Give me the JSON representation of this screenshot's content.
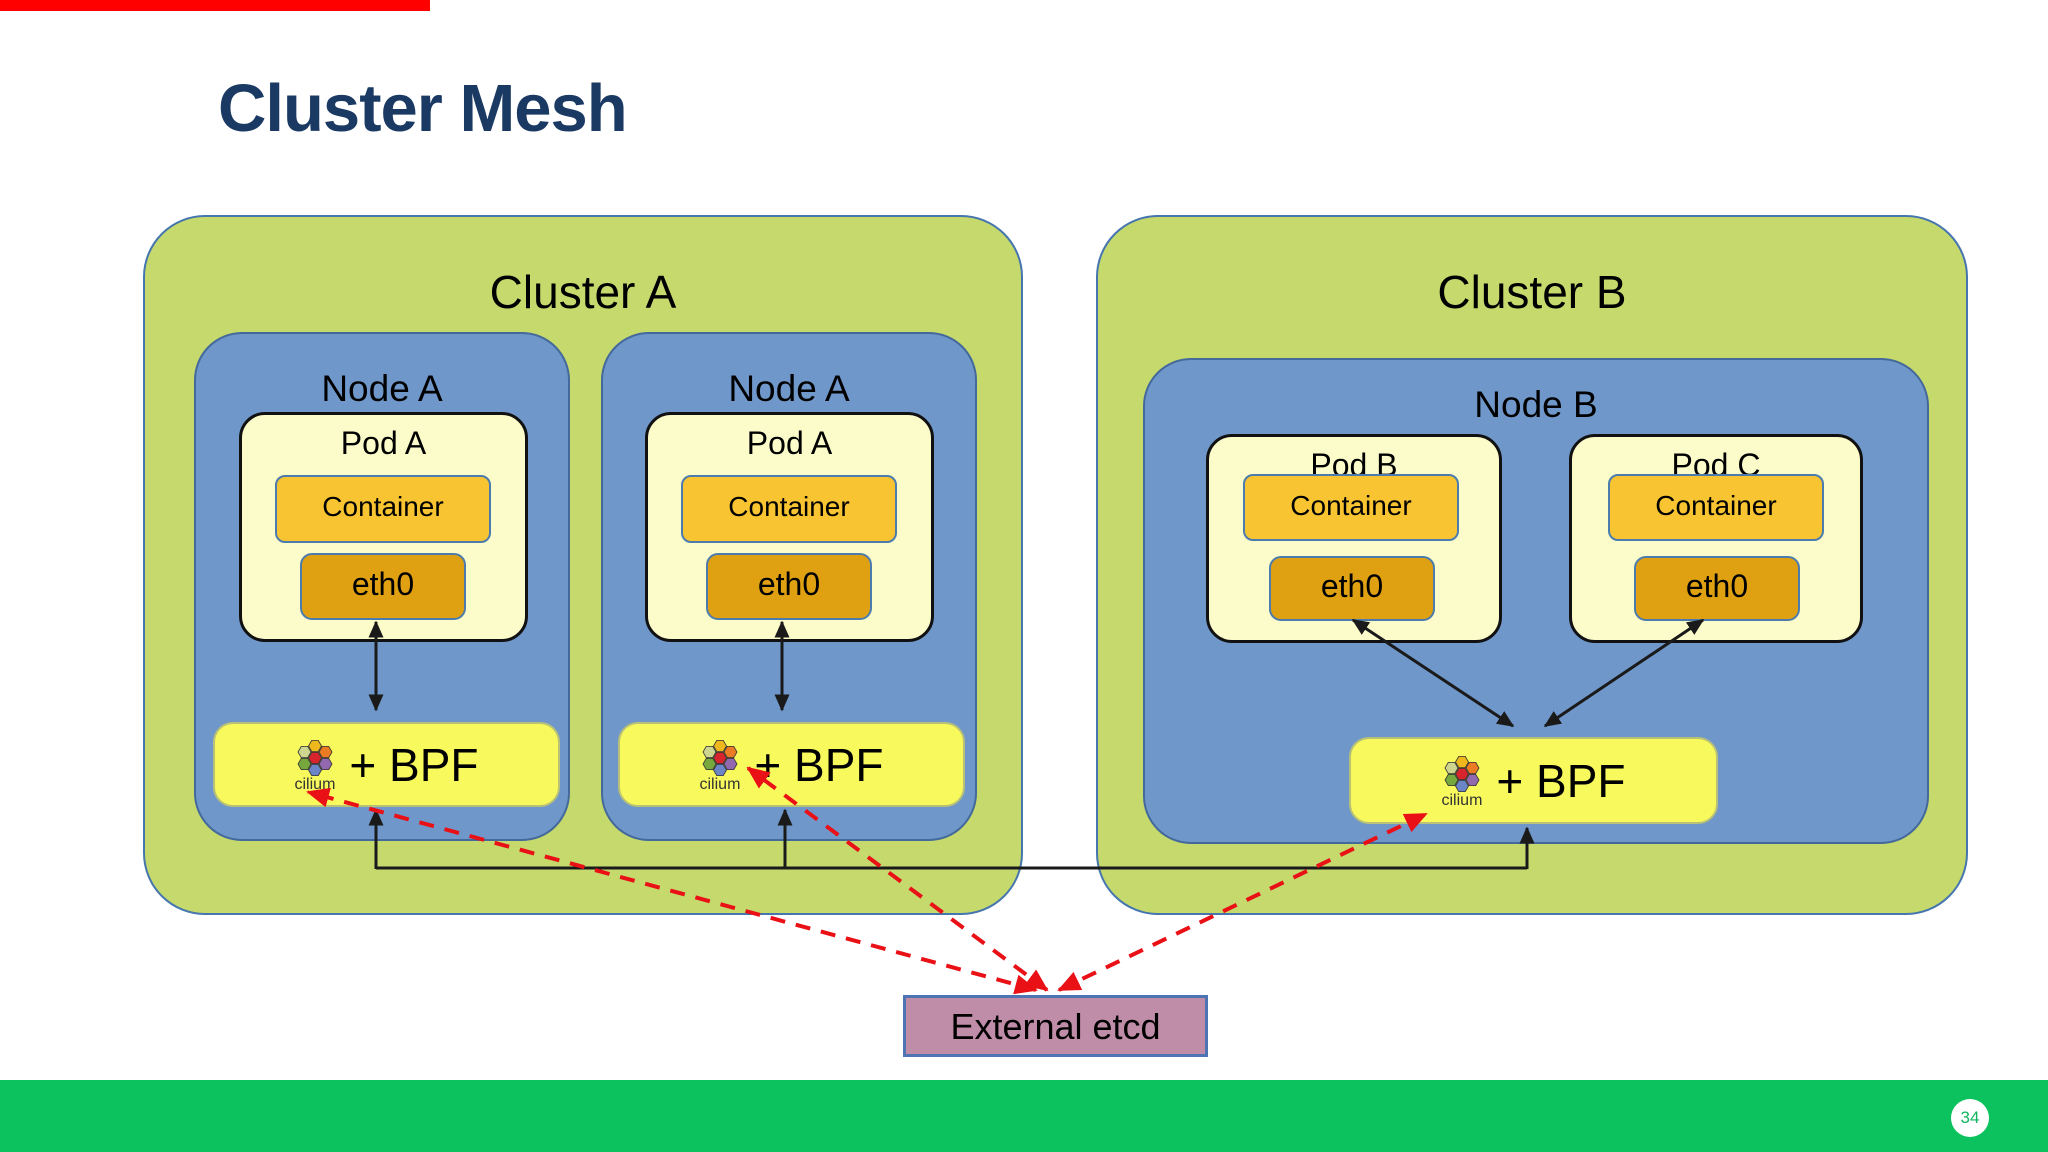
{
  "slide": {
    "title": "Cluster Mesh",
    "page_number": "34",
    "progress_bar_color": "#fe0000",
    "footer_bar_color": "#0cc25e"
  },
  "clusters": [
    {
      "label": "Cluster A",
      "nodes": [
        {
          "label": "Node A",
          "pods": [
            {
              "label": "Pod A",
              "container_label": "Container",
              "interface_label": "eth0"
            }
          ],
          "agent": {
            "logo_label": "cilium",
            "label": "+ BPF"
          }
        },
        {
          "label": "Node A",
          "pods": [
            {
              "label": "Pod A",
              "container_label": "Container",
              "interface_label": "eth0"
            }
          ],
          "agent": {
            "logo_label": "cilium",
            "label": "+ BPF"
          }
        }
      ]
    },
    {
      "label": "Cluster B",
      "nodes": [
        {
          "label": "Node B",
          "pods": [
            {
              "label": "Pod B",
              "container_label": "Container",
              "interface_label": "eth0"
            },
            {
              "label": "Pod C",
              "container_label": "Container",
              "interface_label": "eth0"
            }
          ],
          "agent": {
            "logo_label": "cilium",
            "label": "+ BPF"
          }
        }
      ]
    }
  ],
  "external_store": {
    "label": "External etcd"
  },
  "edges": [
    {
      "type": "solid-double-arrow",
      "from": "node-a1-eth0",
      "to": "node-a1-agent"
    },
    {
      "type": "solid-double-arrow",
      "from": "node-a2-eth0",
      "to": "node-a2-agent"
    },
    {
      "type": "solid-double-arrow",
      "from": "pod-b-eth0",
      "to": "node-b-agent"
    },
    {
      "type": "solid-double-arrow",
      "from": "pod-c-eth0",
      "to": "node-b-agent"
    },
    {
      "type": "solid-bus",
      "nodes": [
        "node-a1-agent",
        "node-a2-agent",
        "node-b-agent"
      ]
    },
    {
      "type": "dashed-double-arrow",
      "from": "external-etcd",
      "to": "node-a1-agent"
    },
    {
      "type": "dashed-double-arrow",
      "from": "external-etcd",
      "to": "node-a2-agent"
    },
    {
      "type": "dashed-double-arrow",
      "from": "external-etcd",
      "to": "node-b-agent"
    }
  ],
  "colors": {
    "title_text": "#1b3a63",
    "cluster_fill": "#c6d96d",
    "node_fill": "#6f97ca",
    "pod_fill": "#fcfcca",
    "container_fill": "#f8c431",
    "interface_fill": "#dfa112",
    "agent_fill": "#f8f95c",
    "etcd_fill": "#bf8da8",
    "solid_link": "#1a1a1a",
    "dashed_link": "#e91016"
  }
}
